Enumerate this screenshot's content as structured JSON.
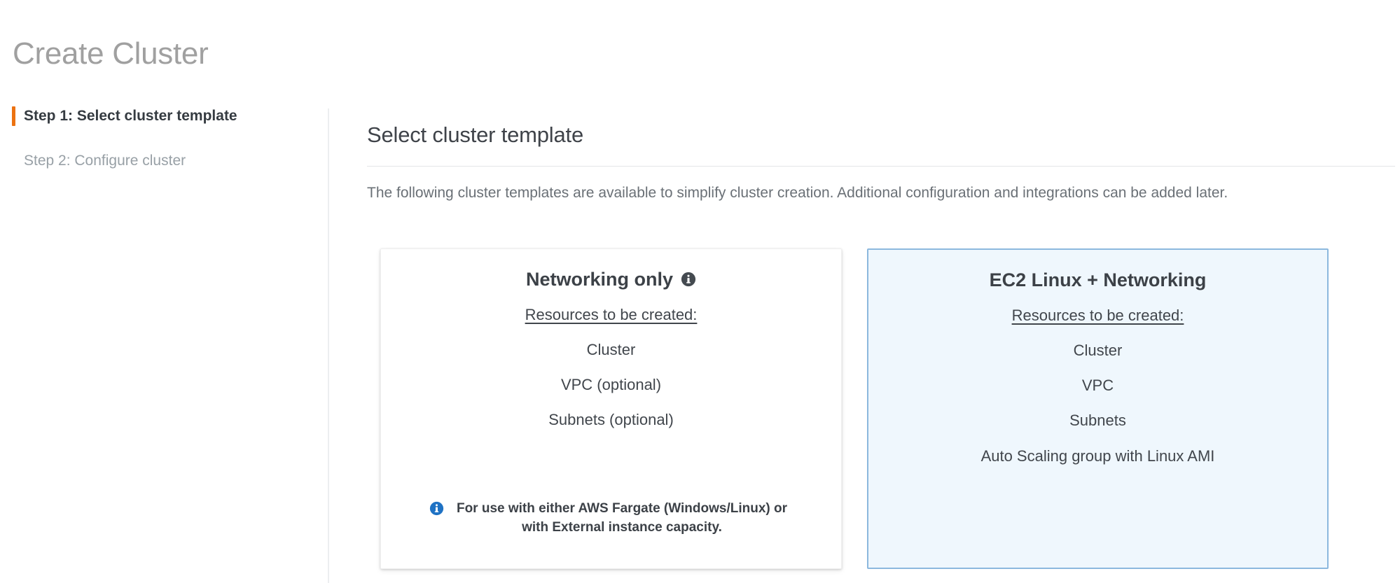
{
  "page": {
    "title": "Create Cluster"
  },
  "steps": [
    {
      "label": "Step 1: Select cluster template",
      "state": "active"
    },
    {
      "label": "Step 2: Configure cluster",
      "state": "inactive"
    }
  ],
  "section": {
    "title": "Select cluster template",
    "description": "The following cluster templates are available to simplify cluster creation. Additional configuration and integrations can be added later."
  },
  "cards": [
    {
      "title": "Networking only",
      "title_icon": "info-icon",
      "selected": false,
      "resources_label": "Resources to be created:",
      "resources": [
        "Cluster",
        "VPC (optional)",
        "Subnets (optional)"
      ],
      "footer_icon": "info-icon",
      "footer_text": "For use with either AWS Fargate (Windows/Linux) or with External instance capacity."
    },
    {
      "title": "EC2 Linux + Networking",
      "title_icon": null,
      "selected": true,
      "resources_label": "Resources to be created:",
      "resources": [
        "Cluster",
        "VPC",
        "Subnets",
        "Auto Scaling group with Linux AMI"
      ],
      "footer_icon": null,
      "footer_text": null
    }
  ],
  "colors": {
    "accent_orange": "#ec7211",
    "selected_border": "#8cb8de",
    "selected_background": "#eff7fd",
    "info_blue": "#1f72c4",
    "info_dark": "#444a50",
    "title_gray": "#a0a0a0",
    "body_gray": "#6a7076"
  }
}
